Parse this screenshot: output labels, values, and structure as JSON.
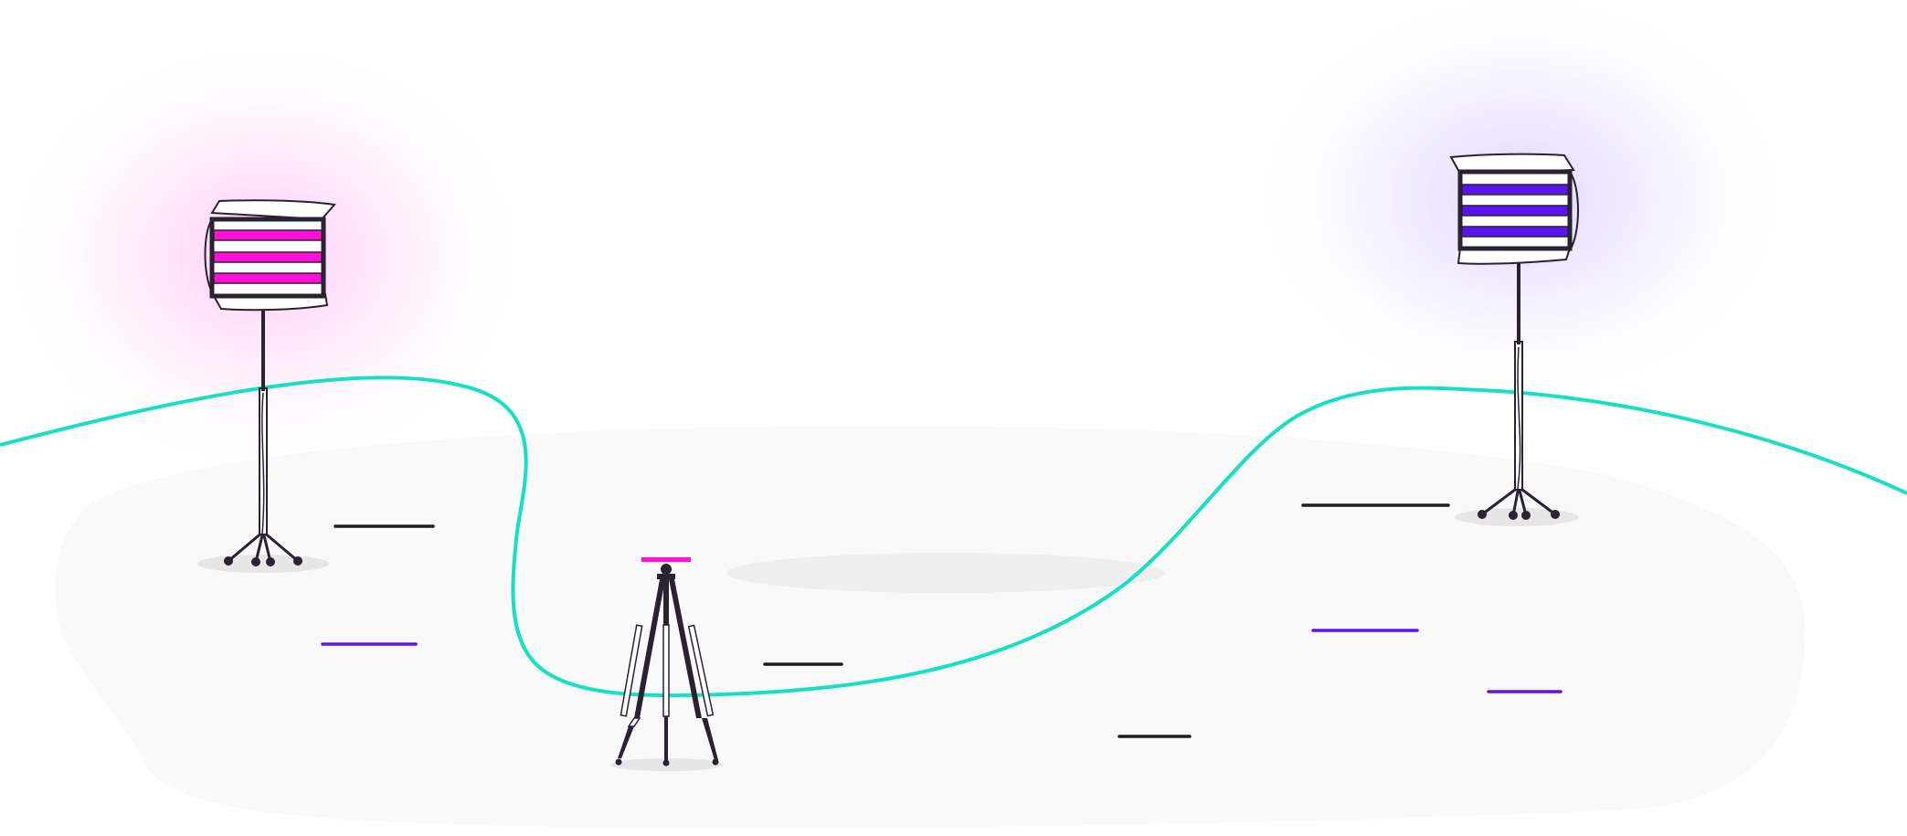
{
  "scene": {
    "subject": "studio-lighting-setup",
    "colors": {
      "background": "#ffffff",
      "floor": "#f9f9f9",
      "floor_shadow": "#efefef",
      "cable": "#16e0c4",
      "outline": "#2a2230",
      "accent_magenta": "#ff10d8",
      "accent_violet": "#5a14ef",
      "dash_dark": "#1e1e1e",
      "glow_magenta": "#ff7ae6",
      "glow_violet": "#b49cff"
    },
    "elements": {
      "left_light": {
        "icon": "softbox-light-icon",
        "color": "magenta",
        "stripes": 3
      },
      "right_light": {
        "icon": "softbox-light-icon",
        "color": "violet",
        "stripes": 3
      },
      "camera_tripod": {
        "icon": "tripod-icon",
        "mount_color": "magenta"
      },
      "cable": {
        "icon": "power-cable-icon"
      },
      "floor_dashes": {
        "dark_count": 4,
        "violet_count": 3
      }
    }
  }
}
